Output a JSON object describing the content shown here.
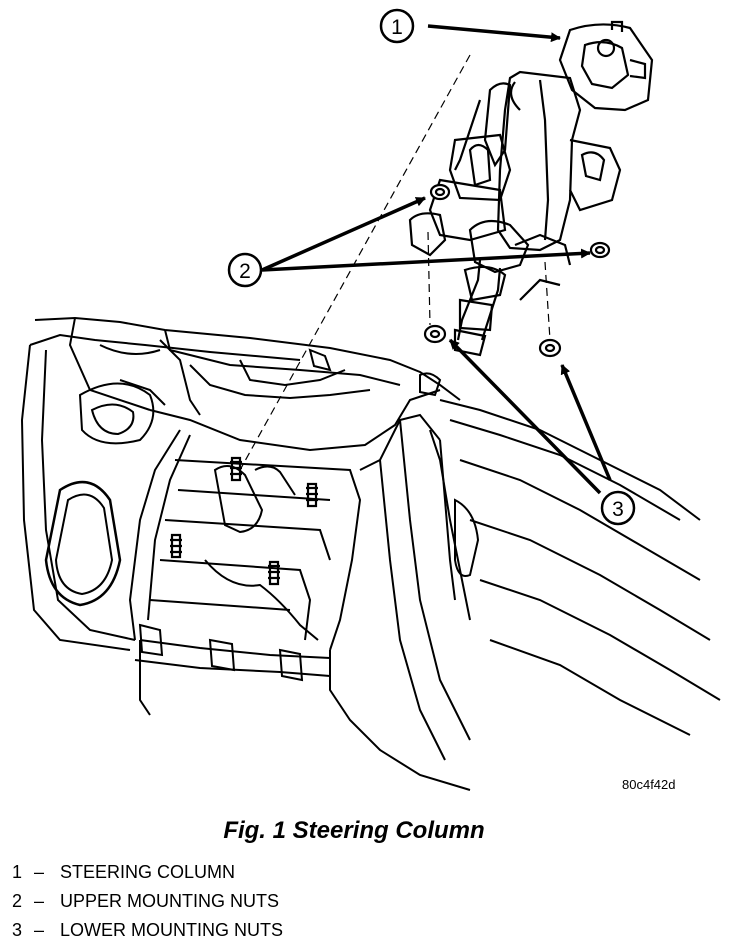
{
  "figure": {
    "reference_id": "80c4f42d",
    "caption": "Fig. 1 Steering Column",
    "callouts": [
      "1",
      "2",
      "3"
    ]
  },
  "legend": [
    {
      "number": "1",
      "dash": "–",
      "label": "STEERING COLUMN"
    },
    {
      "number": "2",
      "dash": "–",
      "label": "UPPER MOUNTING NUTS"
    },
    {
      "number": "3",
      "dash": "–",
      "label": "LOWER MOUNTING NUTS"
    }
  ]
}
